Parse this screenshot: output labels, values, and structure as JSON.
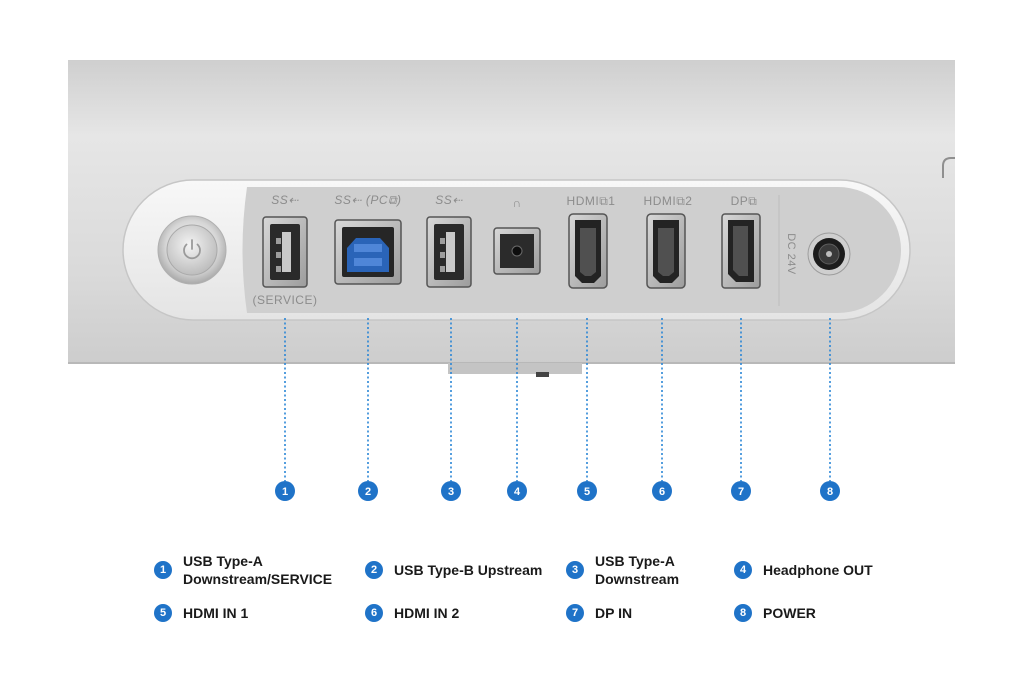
{
  "colors": {
    "accent": "#1f73c8",
    "callout_line": "#2a86d6",
    "panel": "#dcdcdc",
    "bezel": "#f3f3f3",
    "port_body": "#b9b9b9",
    "usb_b_insert": "#2a64b8",
    "text": "#1a1a1a",
    "label_gray": "#8c8c8c"
  },
  "panel_labels": {
    "usb1_symbol": "SS⇠",
    "usb1_service": "(SERVICE)",
    "usb2_symbol": "SS⇠ (PC⧉)",
    "usb3_symbol": "SS⇠",
    "headphone_symbol": "∩",
    "hdmi1": "HDMI⧉1",
    "hdmi2": "HDMI⧉2",
    "dp": "DP⧉",
    "dc": "DC 24V"
  },
  "badges": [
    "1",
    "2",
    "3",
    "4",
    "5",
    "6",
    "7",
    "8"
  ],
  "legend": [
    {
      "num": "1",
      "label": "USB Type-A\nDownstream/SERVICE"
    },
    {
      "num": "2",
      "label": "USB Type-B Upstream"
    },
    {
      "num": "3",
      "label": "USB Type-A\nDownstream"
    },
    {
      "num": "4",
      "label": "Headphone OUT"
    },
    {
      "num": "5",
      "label": "HDMI IN 1"
    },
    {
      "num": "6",
      "label": "HDMI IN 2"
    },
    {
      "num": "7",
      "label": "DP IN"
    },
    {
      "num": "8",
      "label": "POWER"
    }
  ]
}
